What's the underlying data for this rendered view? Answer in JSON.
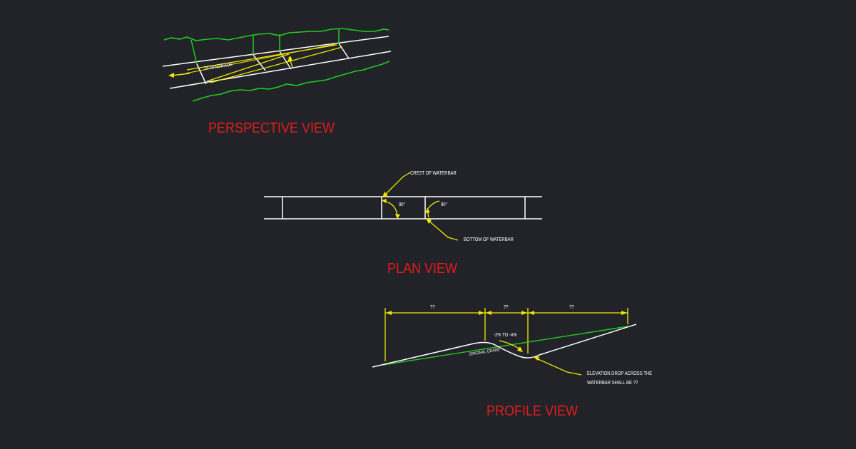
{
  "colors": {
    "background": "#212329",
    "title_red": "#e51b1b",
    "line_white": "#ffffff",
    "line_yellow": "#f2e600",
    "line_green": "#22cc22"
  },
  "perspective": {
    "title": "PERSPECTIVE VIEW",
    "downgrade_label": "DOWNGRADE"
  },
  "plan": {
    "title": "PLAN VIEW",
    "crest_label": "CREST OF WATERBAR",
    "bottom_label": "BOTTOM OF WATERBAR",
    "angle_left": "90°",
    "angle_right": "90°"
  },
  "profile": {
    "title": "PROFILE VIEW",
    "dim_1": "??",
    "dim_2": "??",
    "dim_3": "??",
    "slope_label": "-2% TO -4%",
    "original_grade_label": "ORIGINAL GRADE",
    "elevation_note_line1": "ELEVATION DROP ACROSS THE",
    "elevation_note_line2": "WATERBAR SHALL BE  ??"
  }
}
